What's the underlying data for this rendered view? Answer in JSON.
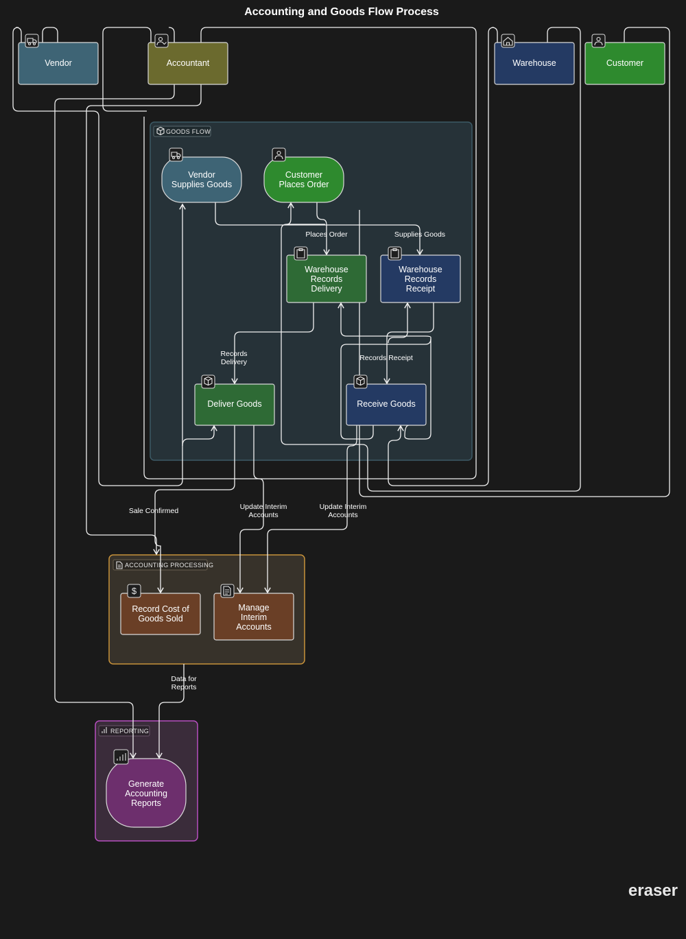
{
  "title": "Accounting and Goods Flow Process",
  "groups": {
    "goods_flow": "GOODS FLOW",
    "accounting": "ACCOUNTING PROCESSING",
    "reporting": "REPORTING"
  },
  "actors": {
    "vendor": "Vendor",
    "accountant": "Accountant",
    "warehouse": "Warehouse",
    "customer": "Customer"
  },
  "nodes": {
    "vendor_supplies": [
      "Vendor",
      "Supplies Goods"
    ],
    "customer_orders": [
      "Customer",
      "Places Order"
    ],
    "wh_delivery": [
      "Warehouse",
      "Records",
      "Delivery"
    ],
    "wh_receipt": [
      "Warehouse",
      "Records",
      "Receipt"
    ],
    "deliver_goods": "Deliver Goods",
    "receive_goods": "Receive Goods",
    "record_cogs": [
      "Record Cost of",
      "Goods Sold"
    ],
    "manage_interim": [
      "Manage",
      "Interim",
      "Accounts"
    ],
    "generate_reports": [
      "Generate",
      "Accounting",
      "Reports"
    ]
  },
  "edge_labels": {
    "places_order": "Places Order",
    "supplies_goods": "Supplies Goods",
    "records_delivery": [
      "Records",
      "Delivery"
    ],
    "records_receipt": "Records Receipt",
    "sale_confirmed": "Sale Confirmed",
    "update_interim_1": [
      "Update Interim",
      "Accounts"
    ],
    "update_interim_2": [
      "Update Interim",
      "Accounts"
    ],
    "data_for_reports": [
      "Data for",
      "Reports"
    ]
  },
  "icons": {
    "vendor": "truck-icon",
    "accountant": "user-check-icon",
    "warehouse": "home-icon",
    "customer": "user-icon",
    "goods_flow": "box-icon",
    "wh_records": "clipboard-icon",
    "goods": "package-icon",
    "cogs": "dollar-icon",
    "interim": "file-text-icon",
    "reports": "bar-chart-icon"
  },
  "colors": {
    "vendor": "#3e6475",
    "accountant": "#6b6a2e",
    "warehouse": "#243a63",
    "customer": "#2e8a2e",
    "wh_delivery": "#2e6a35",
    "accounting_node": "#6a3f26",
    "reports": "#6d2f6d",
    "goods_flow_bg": "#263238",
    "accounting_bg": "#37322a",
    "reporting_bg": "#3a2c3a"
  },
  "watermark": "eraser"
}
